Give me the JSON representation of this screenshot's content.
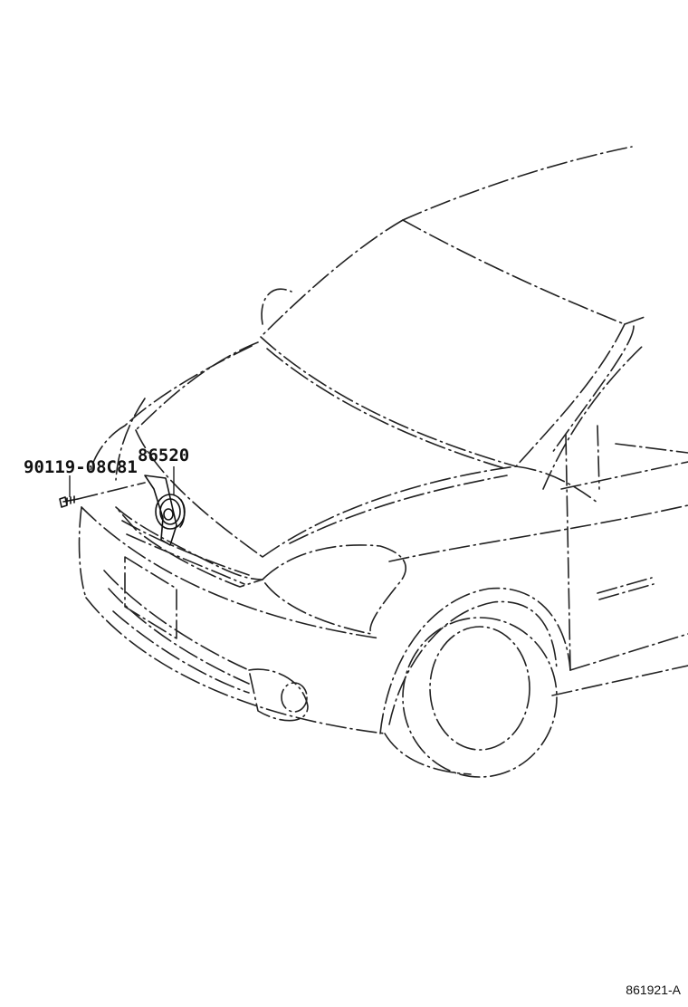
{
  "callouts": {
    "horn_part_number": "86520",
    "bolt_part_number": "90119-08C81"
  },
  "footer": {
    "illustration_ref": "861921-A"
  }
}
